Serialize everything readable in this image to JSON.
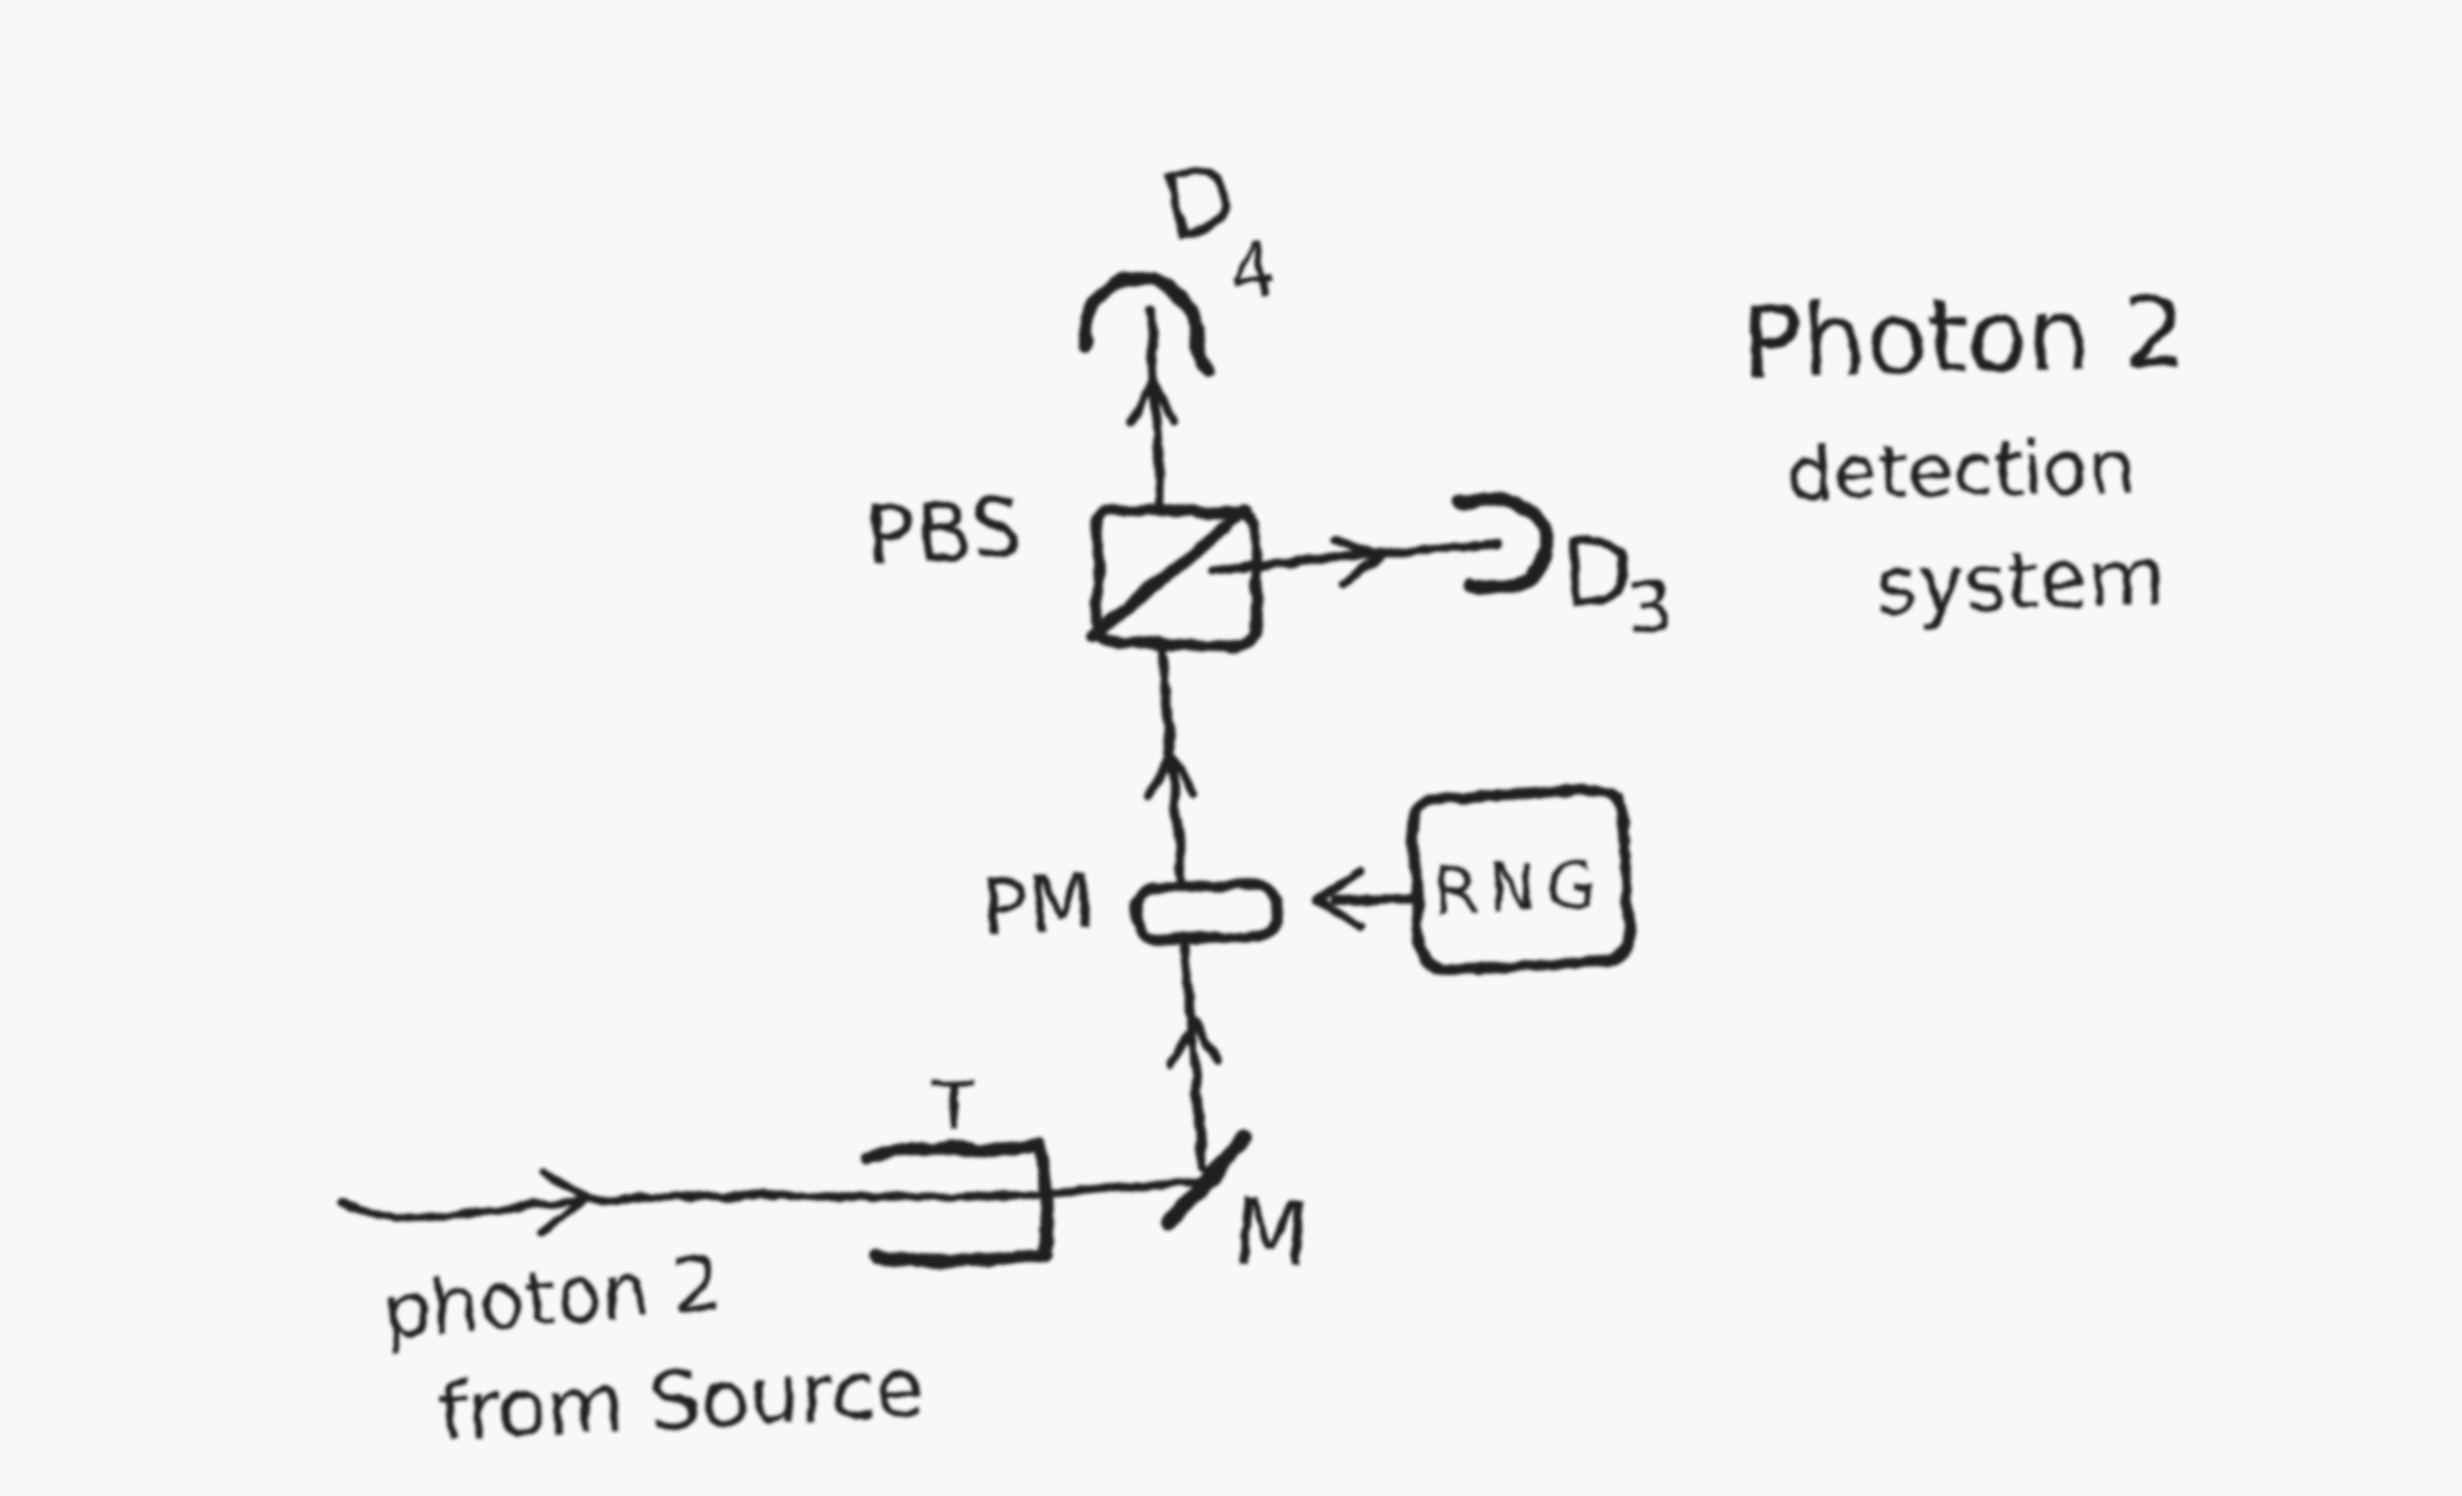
{
  "colors": {
    "ink": "#1c1c1c",
    "paper": "#fafafa"
  },
  "heading": {
    "line1": "Photon 2",
    "line2": "detection",
    "line3": "system"
  },
  "components": {
    "pbs": {
      "label": "PBS"
    },
    "phase_modulator": {
      "label": "PM"
    },
    "rng": {
      "label": "RNG"
    },
    "tap": {
      "label": "T"
    },
    "mirror": {
      "label": "M"
    },
    "detector4": {
      "name": "D",
      "sub": "4"
    },
    "detector3": {
      "name": "D",
      "sub": "3"
    }
  },
  "annotations": {
    "input_line1": "photon 2",
    "input_line2": "from Source"
  }
}
